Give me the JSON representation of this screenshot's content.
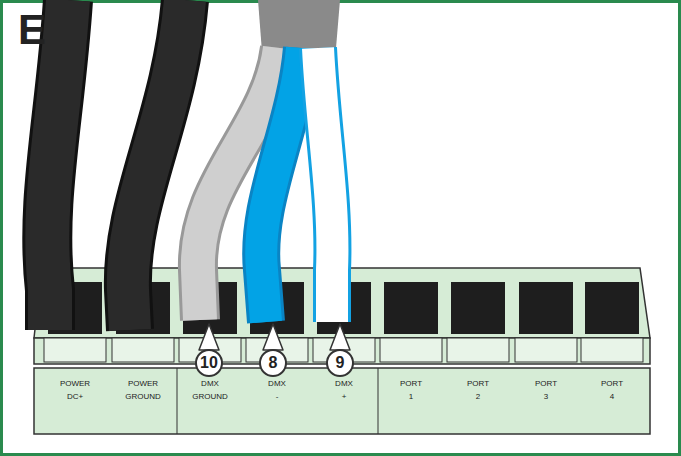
{
  "diagram": {
    "nodes": [
      {
        "text": [
          "10"
        ]
      },
      {
        "text": [
          "8"
        ]
      },
      {
        "text": [
          "9"
        ]
      }
    ],
    "labels": [
      "E",
      "POWER DC+",
      "POWER GROUND",
      "DMX GROUND",
      "DMX -",
      "DMX +",
      "PORT 1",
      "PORT 2",
      "PORT 3",
      "PORT 4"
    ]
  }
}
